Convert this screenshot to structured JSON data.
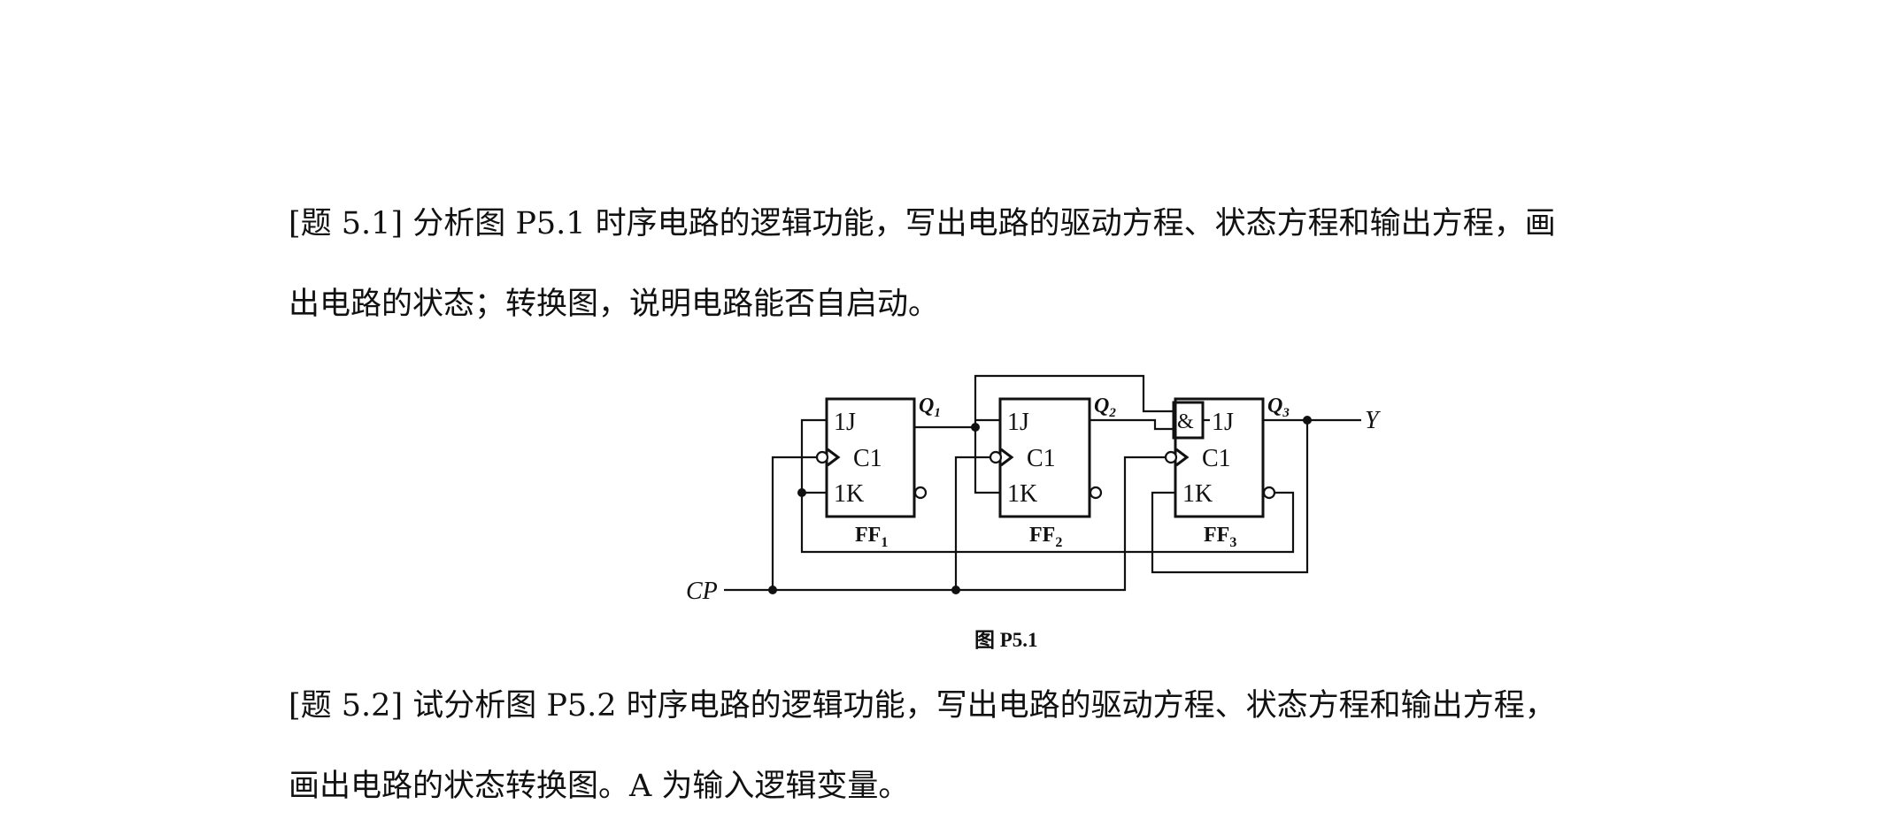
{
  "problem_1": {
    "line_1": "[题 5.1]  分析图 P5.1 时序电路的逻辑功能，写出电路的驱动方程、状态方程和输出方程，画",
    "line_2": "出电路的状态；转换图，说明电路能否自启动。"
  },
  "figure": {
    "caption": "图 P5.1",
    "input_label": "CP",
    "output_label": "Y",
    "gate_label": "&",
    "ff1": {
      "j": "1J",
      "c": "C1",
      "k": "1K",
      "name": "FF",
      "sub": "1",
      "q": "Q",
      "q_sub": "1"
    },
    "ff2": {
      "j": "1J",
      "c": "C1",
      "k": "1K",
      "name": "FF",
      "sub": "2",
      "q": "Q",
      "q_sub": "2"
    },
    "ff3": {
      "j": "1J",
      "c": "C1",
      "k": "1K",
      "name": "FF",
      "sub": "3",
      "q": "Q",
      "q_sub": "3"
    }
  },
  "problem_2": {
    "line_1": "[题 5.2]  试分析图 P5.2 时序电路的逻辑功能，写出电路的驱动方程、状态方程和输出方程，",
    "line_2": "画出电路的状态转换图。A 为输入逻辑变量。"
  }
}
